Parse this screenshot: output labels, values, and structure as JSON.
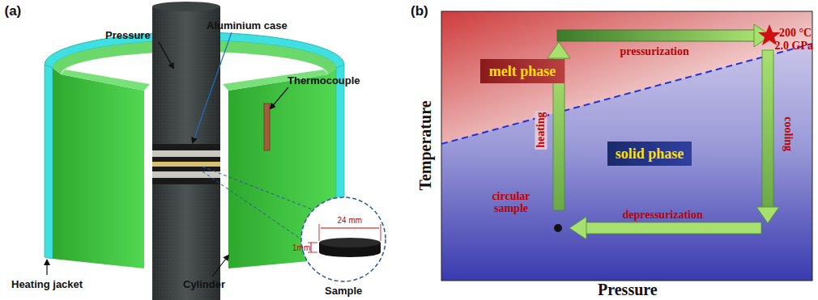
{
  "diagram": {
    "nodes": [
      {
        "text": [
          "melt phase"
        ]
      },
      {
        "text": [
          "solid phase"
        ]
      }
    ],
    "labels": [
      "(a)",
      "Pressure",
      "Aluminium case",
      "Thermocouple",
      "Heating jacket",
      "Cylinder",
      "24 mm",
      "1mm",
      "Sample",
      "(b)",
      "pressurization",
      "200 °C",
      "2.0 GPa",
      "heating",
      "cooling",
      "depressurization",
      "circular sample",
      "Temperature",
      "Pressure"
    ]
  }
}
